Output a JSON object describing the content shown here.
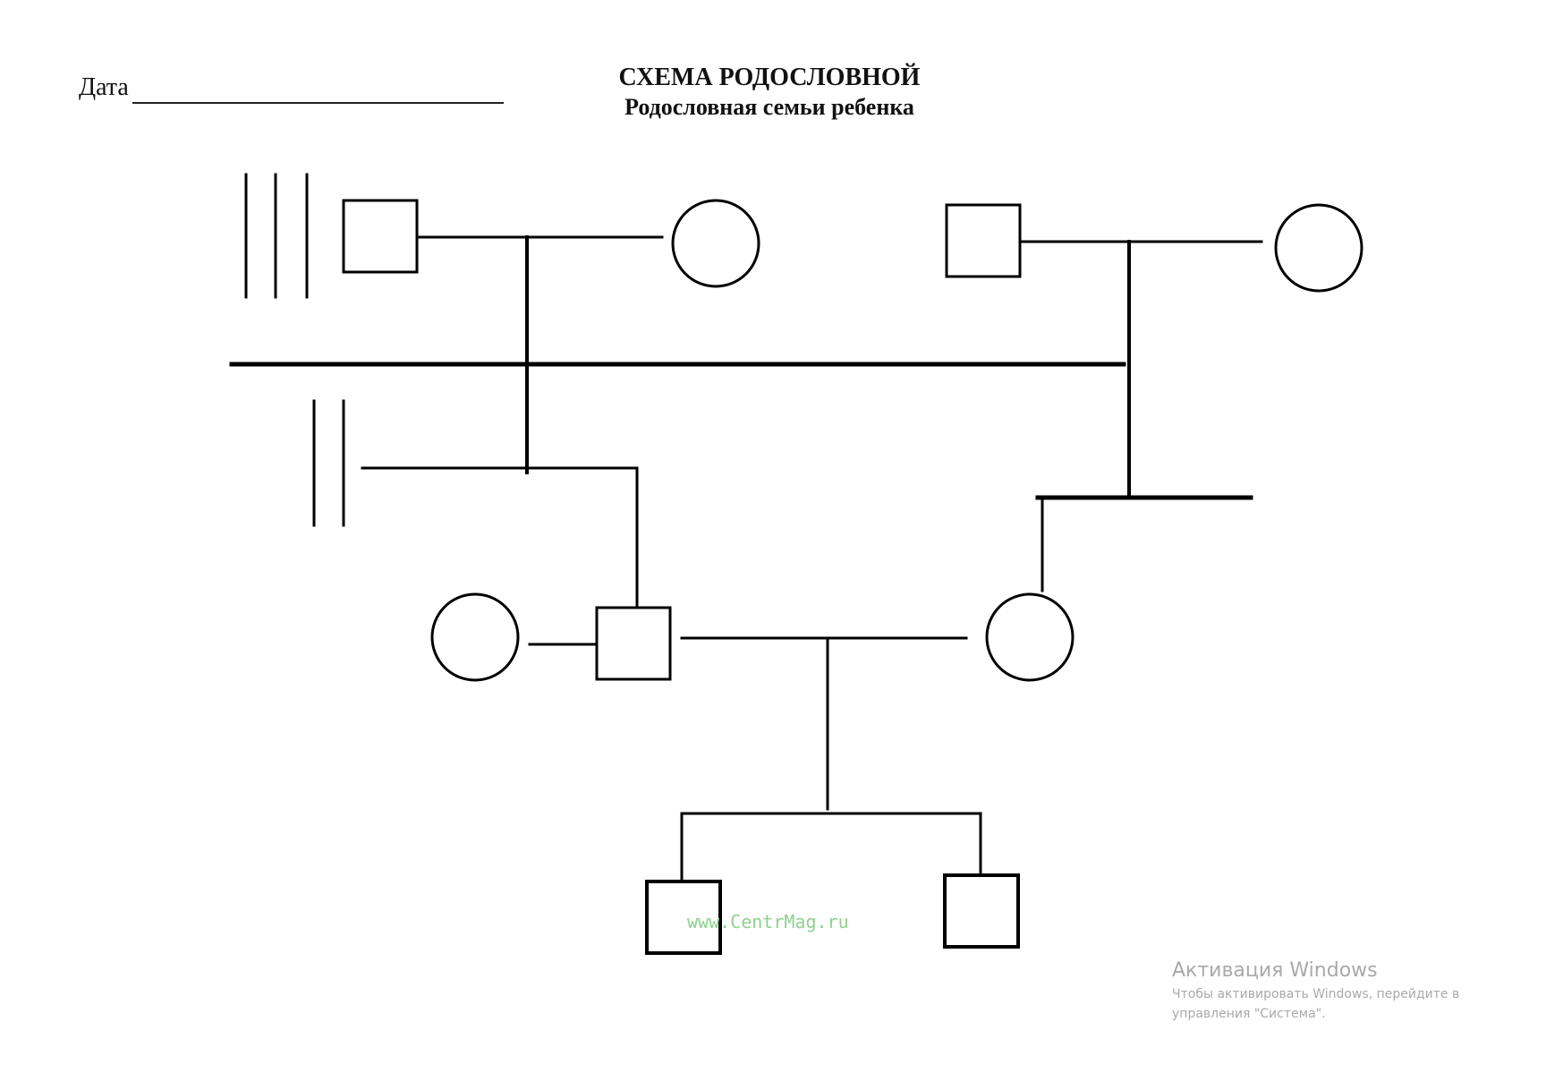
{
  "header": {
    "date_label": "Дата",
    "title": "СХЕМА РОДОСЛОВНОЙ",
    "subtitle": "Родословная семьи ребенка"
  },
  "watermark": {
    "text": "www.CentrMag.ru"
  },
  "activation": {
    "title": "Активация Windows",
    "line1": "Чтобы активировать Windows, перейдите в",
    "line2": "управления \"Система\"."
  },
  "colors": {
    "line": "#000000",
    "watermark": "#8fd18f",
    "activation_text": "#a9a9a9"
  }
}
